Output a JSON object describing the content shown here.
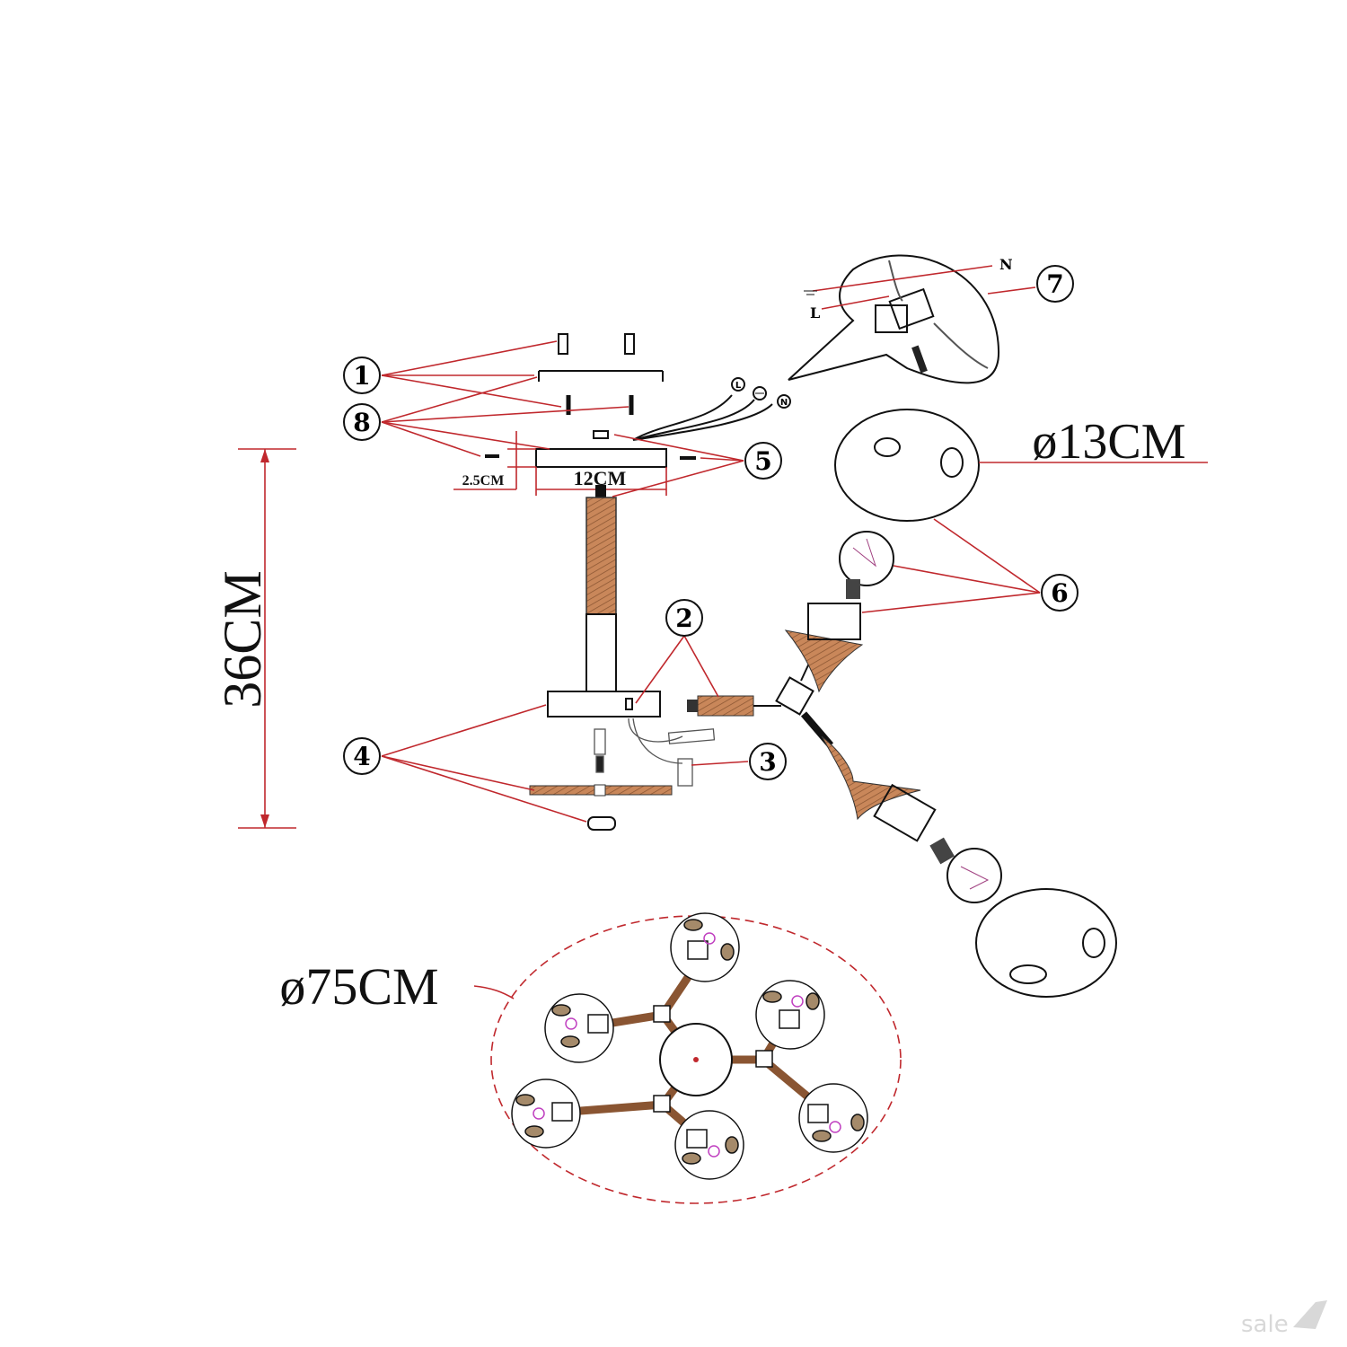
{
  "callouts": {
    "c1": "1",
    "c2": "2",
    "c3": "3",
    "c4": "4",
    "c5": "5",
    "c6": "6",
    "c7": "7",
    "c8": "8"
  },
  "dimensions": {
    "height": "36CM",
    "canopy_width": "12CM",
    "canopy_height": "2.5CM",
    "globe_diameter": "ø13CM",
    "overall_diameter": "ø75CM"
  },
  "wiring": {
    "neutral": "N",
    "live": "L",
    "wire_n": "N",
    "wire_l": "L"
  },
  "watermark": "sale",
  "colors": {
    "leader": "#c0282d",
    "wood": "#c9875a",
    "outline": "#111111"
  }
}
